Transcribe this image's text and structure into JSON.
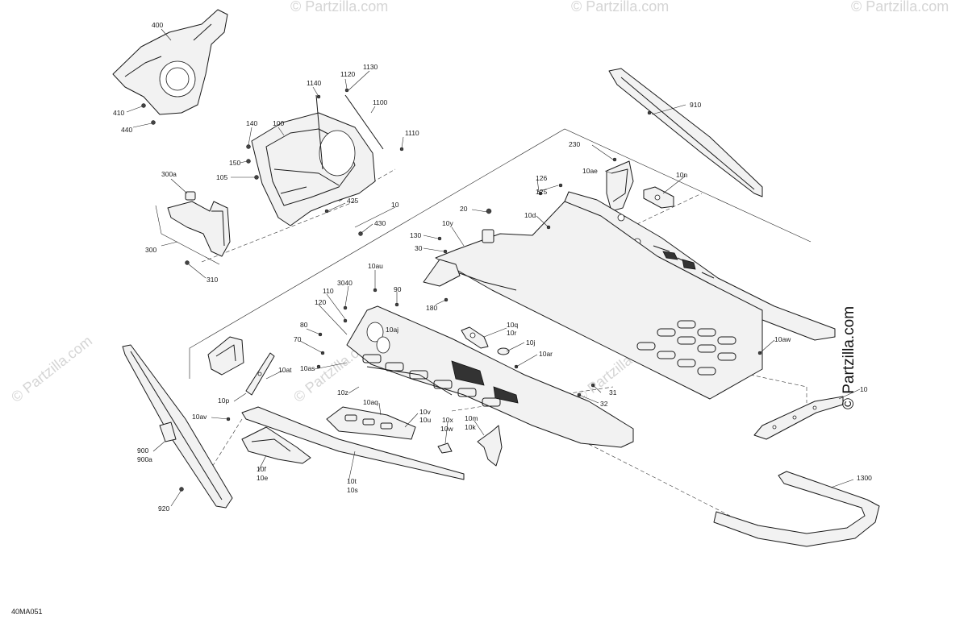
{
  "diagram": {
    "reference_code": "40MA051",
    "watermark": "© Partzilla.com",
    "brand_mark": "© Partzilla.com"
  },
  "labels": [
    {
      "key": "400",
      "text": "400"
    },
    {
      "key": "410",
      "text": "410"
    },
    {
      "key": "440",
      "text": "440"
    },
    {
      "key": "1140",
      "text": "1140"
    },
    {
      "key": "1120",
      "text": "1120"
    },
    {
      "key": "1130",
      "text": "1130"
    },
    {
      "key": "1100",
      "text": "1100"
    },
    {
      "key": "1110",
      "text": "1110"
    },
    {
      "key": "140",
      "text": "140"
    },
    {
      "key": "100",
      "text": "100"
    },
    {
      "key": "150",
      "text": "150"
    },
    {
      "key": "105",
      "text": "105"
    },
    {
      "key": "425",
      "text": "425"
    },
    {
      "key": "430",
      "text": "430"
    },
    {
      "key": "300a",
      "text": "300a"
    },
    {
      "key": "300",
      "text": "300"
    },
    {
      "key": "310",
      "text": "310"
    },
    {
      "key": "10",
      "text": "10"
    },
    {
      "key": "910",
      "text": "910"
    },
    {
      "key": "230",
      "text": "230"
    },
    {
      "key": "10ae",
      "text": "10ae"
    },
    {
      "key": "10n",
      "text": "10n"
    },
    {
      "key": "126",
      "text": "126"
    },
    {
      "key": "125",
      "text": "125"
    },
    {
      "key": "10d",
      "text": "10d"
    },
    {
      "key": "20",
      "text": "20"
    },
    {
      "key": "10y",
      "text": "10y"
    },
    {
      "key": "130",
      "text": "130"
    },
    {
      "key": "30",
      "text": "30"
    },
    {
      "key": "10au",
      "text": "10au"
    },
    {
      "key": "3040",
      "text": "3040"
    },
    {
      "key": "90",
      "text": "90"
    },
    {
      "key": "110",
      "text": "110"
    },
    {
      "key": "120",
      "text": "120"
    },
    {
      "key": "180",
      "text": "180"
    },
    {
      "key": "80",
      "text": "80"
    },
    {
      "key": "70",
      "text": "70"
    },
    {
      "key": "10aj",
      "text": "10aj"
    },
    {
      "key": "10q",
      "text": "10q"
    },
    {
      "key": "10r",
      "text": "10r"
    },
    {
      "key": "10j",
      "text": "10j"
    },
    {
      "key": "10ar",
      "text": "10ar"
    },
    {
      "key": "10as",
      "text": "10as"
    },
    {
      "key": "10at",
      "text": "10at"
    },
    {
      "key": "10aw",
      "text": "10aw"
    },
    {
      "key": "10p",
      "text": "10p"
    },
    {
      "key": "10z",
      "text": "10z"
    },
    {
      "key": "10aq",
      "text": "10aq"
    },
    {
      "key": "31",
      "text": "31"
    },
    {
      "key": "32",
      "text": "32"
    },
    {
      "key": "10av",
      "text": "10av"
    },
    {
      "key": "10v",
      "text": "10v"
    },
    {
      "key": "10u",
      "text": "10u"
    },
    {
      "key": "10x",
      "text": "10x"
    },
    {
      "key": "10w",
      "text": "10w"
    },
    {
      "key": "10m",
      "text": "10m"
    },
    {
      "key": "10k",
      "text": "10k"
    },
    {
      "key": "900",
      "text": "900"
    },
    {
      "key": "900a",
      "text": "900a"
    },
    {
      "key": "10f",
      "text": "10f"
    },
    {
      "key": "10e",
      "text": "10e"
    },
    {
      "key": "10t",
      "text": "10t"
    },
    {
      "key": "10s",
      "text": "10s"
    },
    {
      "key": "920",
      "text": "920"
    },
    {
      "key": "1300",
      "text": "1300"
    },
    {
      "key": "10b",
      "text": "10"
    }
  ]
}
